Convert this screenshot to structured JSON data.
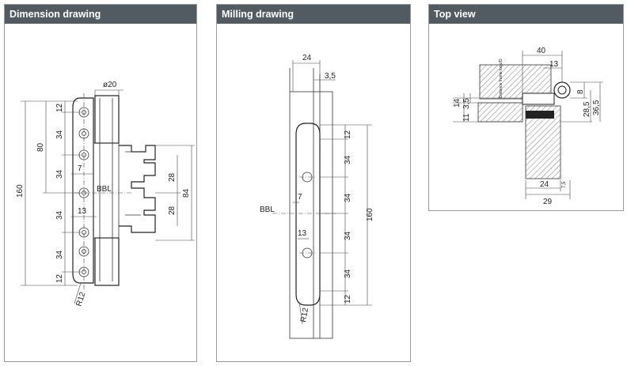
{
  "panels": {
    "dimension": {
      "title": "Dimension drawing",
      "labels": {
        "diameter": "ø20",
        "total": "160",
        "span80": "80",
        "seg1": "12",
        "seg2": "34",
        "seg3": "34",
        "seg4": "34",
        "seg5": "34",
        "seg6": "12",
        "offset7": "7",
        "offset13": "13",
        "bbl": "BBL",
        "radius": "R12",
        "tooth1": "28",
        "tooth2": "28",
        "height84": "84"
      }
    },
    "milling": {
      "title": "Milling drawing",
      "labels": {
        "width24": "24",
        "width35": "3,5",
        "seg1": "12",
        "seg2": "34",
        "seg3": "34",
        "seg4": "34",
        "seg5": "34",
        "seg6": "12",
        "total": "160",
        "offset7": "7",
        "offset13": "13",
        "bbl": "BBL",
        "radius": "R12"
      }
    },
    "top": {
      "title": "Top view",
      "labels": {
        "w40": "40",
        "w13": "13",
        "h14": "14",
        "h35": "3,5",
        "h11": "11",
        "h8": "8",
        "h285": "28,5",
        "h365": "36,5",
        "w24": "24",
        "w29": "29",
        "small": "7,5",
        "note": "Distance frame loop/D"
      }
    }
  }
}
